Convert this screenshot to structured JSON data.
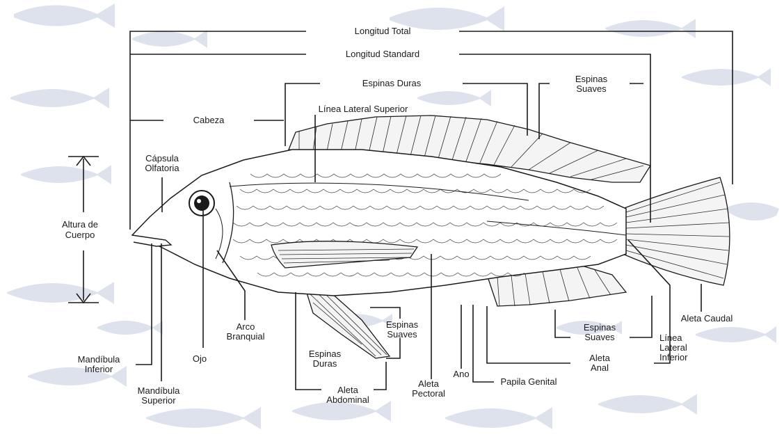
{
  "labels": {
    "longitud_total": "Longitud Total",
    "longitud_standard": "Longitud Standard",
    "espinas_duras_top": "Espinas Duras",
    "espinas_suaves_top_1": "Espinas",
    "espinas_suaves_top_2": "Suaves",
    "cabeza": "Cabeza",
    "linea_lateral_superior": "Línea Lateral Superior",
    "capsula_1": "Cápsula",
    "capsula_2": "Olfatoria",
    "altura_1": "Altura de",
    "altura_2": "Cuerpo",
    "arco_1": "Arco",
    "arco_2": "Branquial",
    "ojo": "Ojo",
    "mand_inf_1": "Mandíbula",
    "mand_inf_2": "Inferior",
    "mand_sup_1": "Mandíbula",
    "mand_sup_2": "Superior",
    "esp_suaves_mid_1": "Espinas",
    "esp_suaves_mid_2": "Suaves",
    "esp_duras_bot_1": "Espinas",
    "esp_duras_bot_2": "Duras",
    "aleta_abd_1": "Aleta",
    "aleta_abd_2": "Abdominal",
    "aleta_pec_1": "Aleta",
    "aleta_pec_2": "Pectoral",
    "ano": "Ano",
    "papila": "Papila Genital",
    "aleta_anal_1": "Aleta",
    "aleta_anal_2": "Anal",
    "esp_suaves_anal_1": "Espinas",
    "esp_suaves_anal_2": "Suaves",
    "linea_inf_1": "Línea",
    "linea_inf_2": "Lateral",
    "linea_inf_3": "Inferior",
    "aleta_caudal": "Aleta Caudal"
  },
  "colors": {
    "background_silhouettes": "#dde2ec",
    "ink": "#1a1a1a"
  }
}
